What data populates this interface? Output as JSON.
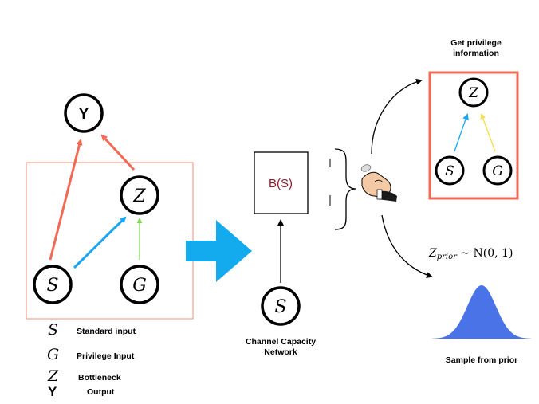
{
  "left_graph": {
    "nodes": {
      "y": "Y",
      "z": "Z",
      "s": "S",
      "g": "G"
    }
  },
  "legend": [
    {
      "symbol": "S",
      "text": "Standard input"
    },
    {
      "symbol": "G",
      "text": "Privilege Input"
    },
    {
      "symbol": "Z",
      "text": "Bottleneck"
    },
    {
      "symbol": "Y",
      "text": "Output"
    }
  ],
  "middle": {
    "box_label": "B(S)",
    "node": "S",
    "caption_line1": "Channel Capacity",
    "caption_line2": "Network"
  },
  "right": {
    "title_line1": "Get privilege",
    "title_line2": "information",
    "nodes": {
      "z": "Z",
      "s": "S",
      "g": "G"
    },
    "prior_formula_main": "Z",
    "prior_formula_sub": "prior",
    "prior_formula_rest": " ∼ N(0, 1)",
    "sample_caption": "Sample from prior"
  },
  "colors": {
    "red": "#f26a55",
    "blue": "#1ba6f1",
    "green": "#7ed957",
    "yellow": "#f7dc4a",
    "big_arrow": "#13aaee",
    "gaussian": "#4a73e8",
    "box_label": "#8b1d2c",
    "hand": "hand-flipping-coin-icon"
  }
}
